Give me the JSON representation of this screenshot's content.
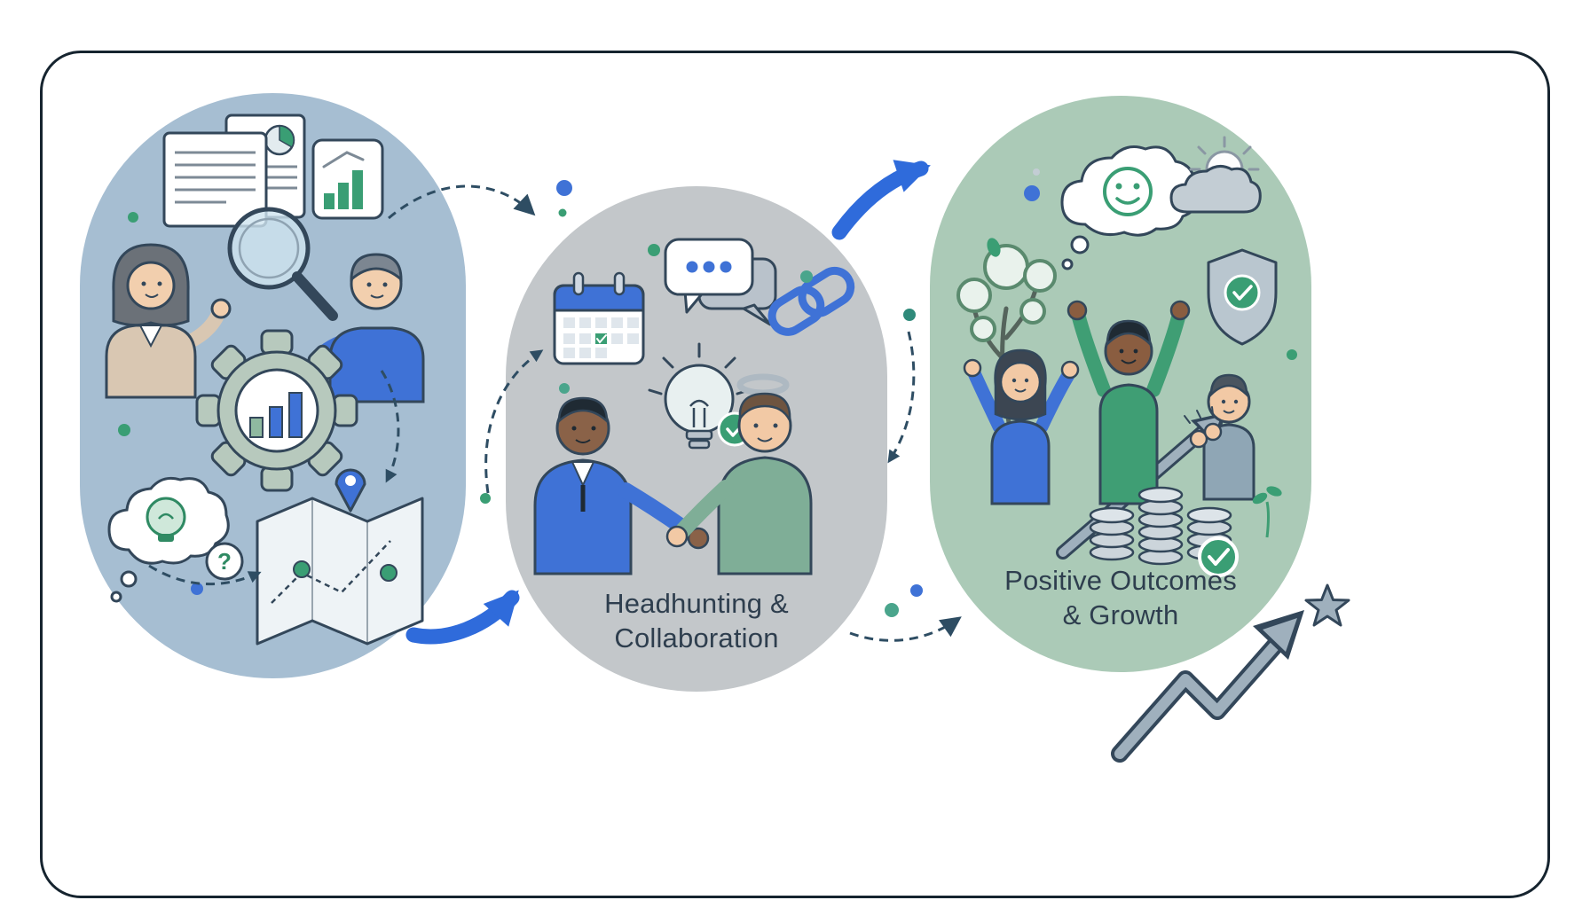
{
  "palette": {
    "accent_blue": "#3f72d6",
    "accent_green": "#3a9e74",
    "outline_navy": "#33475a",
    "stage1_bg": "#a6bed2",
    "stage2_bg": "#c3c7ca",
    "stage3_bg": "#abcab7",
    "gray_arrow": "#9fb0bd",
    "dashed_connector": "#2e4d63"
  },
  "stages": [
    {
      "name": "research-and-screening",
      "label": "",
      "icons": [
        "documents-icon",
        "pie-chart-doc-icon",
        "bar-chart-card-icon",
        "magnifier-icon",
        "recruiter-woman-icon",
        "candidate-man-icon",
        "gear-analytics-icon",
        "thought-bubble-lightbulb-icon",
        "question-mark-icon",
        "map-pins-icon"
      ]
    },
    {
      "name": "headhunting-collaboration",
      "label": "Headhunting &\nCollaboration",
      "icons": [
        "calendar-icon",
        "chat-bubbles-icon",
        "chain-link-icon",
        "lightbulb-check-icon",
        "handshake-people-icon",
        "halo-icon"
      ]
    },
    {
      "name": "positive-outcomes-growth",
      "label": "Positive Outcomes\n& Growth",
      "icons": [
        "tree-icon",
        "smiley-thought-cloud-icon",
        "sun-cloud-icon",
        "shield-check-icon",
        "celebrating-people-icon",
        "coins-check-icon",
        "growth-arrow-icon",
        "plant-icon"
      ]
    }
  ],
  "connectors": [
    "dashed-arrow",
    "blue-curved-arrow",
    "zigzag-growth-arrow",
    "star-icon",
    "decor-dots"
  ],
  "glyphs": {
    "question_mark": "?"
  }
}
